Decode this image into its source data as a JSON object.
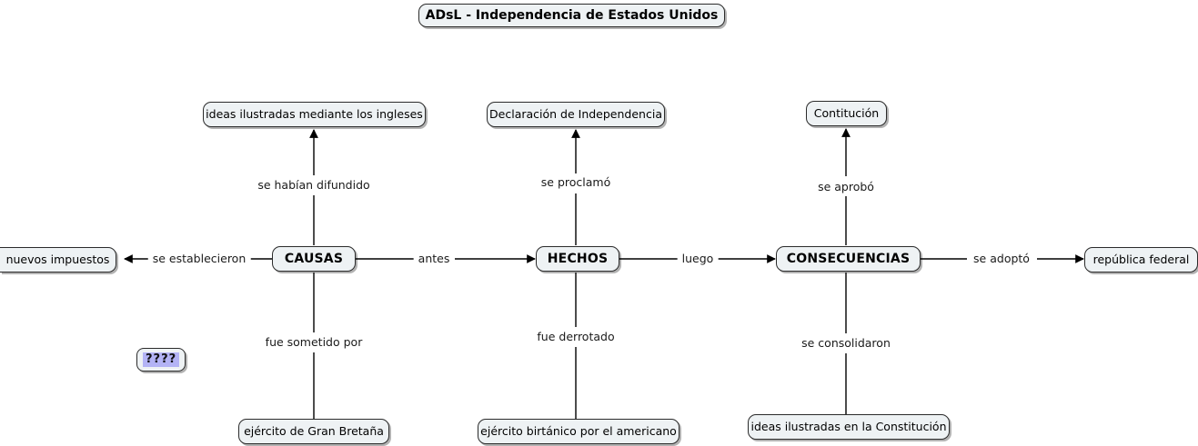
{
  "title": {
    "text": "ADsL - Independencia de Estados Unidos"
  },
  "nodes": {
    "causas": "CAUSAS",
    "hechos": "HECHOS",
    "consecuencias": "CONSECUENCIAS",
    "nuevos_impuestos": "nuevos impuestos",
    "republica_federal": "república federal",
    "ideas_inglesas": "ideas ilustradas mediante los ingleses",
    "declaracion": "Declaración de Independencia",
    "constitucion": "Contitución",
    "ejercito_gran_bretana": "ejército de Gran Bretaña",
    "ejercito_britanico": "ejército birtánico por el americano",
    "ideas_constitucion": "ideas ilustradas en la Constitución"
  },
  "links": {
    "se_establecieron": "se establecieron",
    "antes": "antes",
    "luego": "luego",
    "se_adopto": "se adoptó",
    "se_habian_difundido": "se habían difundido",
    "se_proclamo": "se proclamó",
    "se_aprobo": "se aprobó",
    "fue_sometido_por": "fue sometido por",
    "fue_derrotado": "fue derrotado",
    "se_consolidaron": "se consolidaron"
  },
  "annotation": {
    "unknown_marker": "????"
  },
  "colors": {
    "node_fill": "#eef2f4",
    "node_border": "#2b2b2b",
    "connector": "#000000",
    "highlight": "#b3b3f5",
    "background": "#ffffff"
  }
}
